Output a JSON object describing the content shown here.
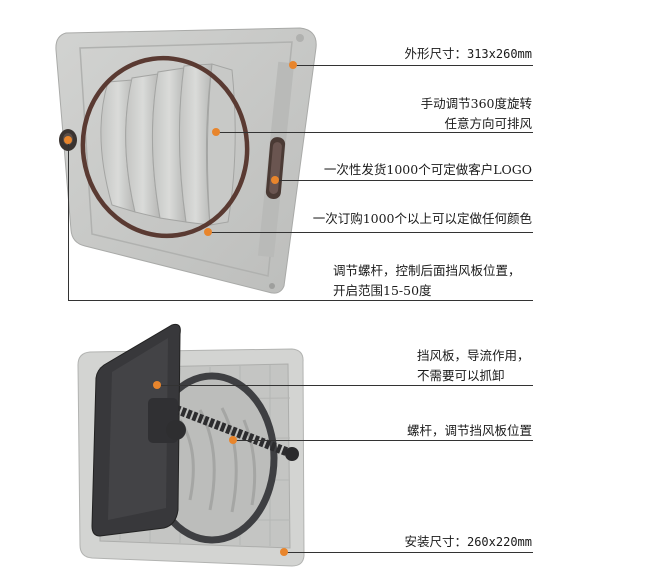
{
  "annotations": [
    {
      "label_prefix": "外形尺寸：",
      "label_value": "313x260mm"
    },
    {
      "line1": "手动调节360度旋转",
      "line2": "任意方向可排风"
    },
    {
      "text": "一次性发货1000个可定做客户LOGO"
    },
    {
      "text": "一次订购1000个以上可以定做任何颜色"
    },
    {
      "line1": "调节螺杆，控制后面挡风板位置，",
      "line2": "开启范围15-50度"
    },
    {
      "line1": "挡风板，导流作用，",
      "line2": "不需要可以抓卸"
    },
    {
      "text": "螺杆，调节挡风板位置"
    },
    {
      "label_prefix": "安装尺寸：",
      "label_value": "260x220mm"
    }
  ],
  "colors": {
    "marker": "#e8852c",
    "leader_line": "#333333",
    "vent_body": "#c9c9c7",
    "ring": "#5a3a32",
    "flap": "#3a3a3c"
  }
}
